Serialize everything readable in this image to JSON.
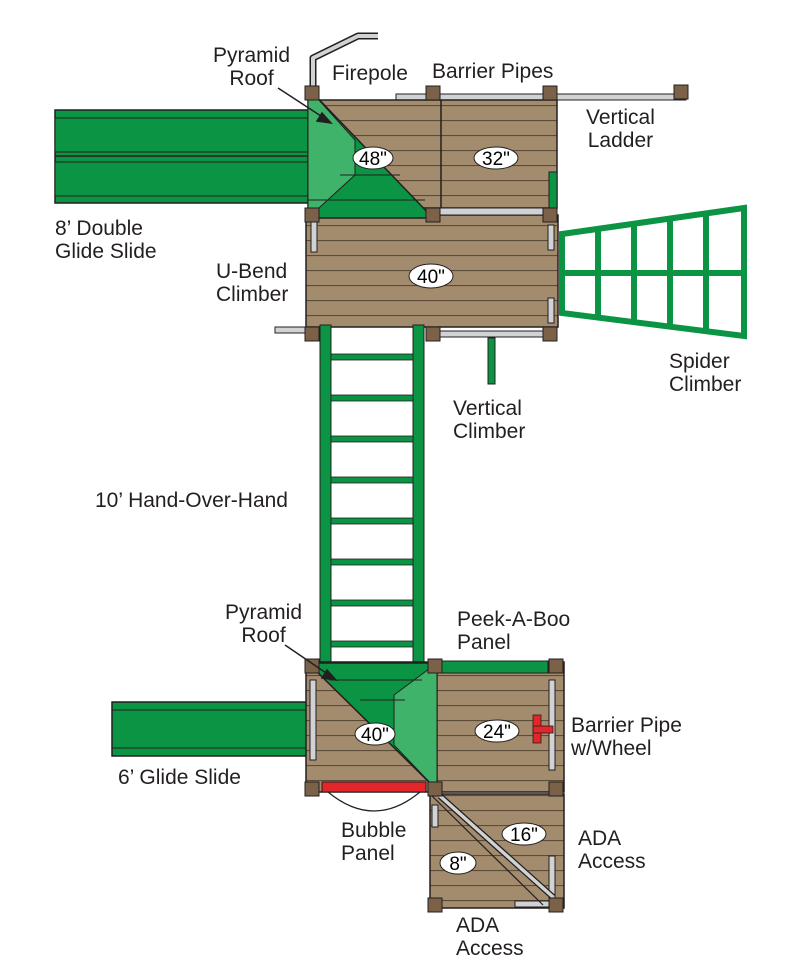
{
  "colors": {
    "deck": "#a38b6d",
    "deck_line": "#5b4c3a",
    "post": "#7b6148",
    "green": "#0b9444",
    "green_light": "#3fb36a",
    "pipe": "#d0d2d3",
    "red": "#e3262a",
    "outline": "#231f20"
  },
  "labels": {
    "pyramid_roof_top": "Pyramid\nRoof",
    "firepole": "Firepole",
    "barrier_pipes": "Barrier Pipes",
    "vertical_ladder": "Vertical\nLadder",
    "double_glide_slide": "8’ Double\nGlide Slide",
    "u_bend_climber": "U-Bend\nClimber",
    "spider_climber": "Spider\nClimber",
    "vertical_climber": "Vertical\nClimber",
    "hand_over_hand": "10’ Hand-Over-Hand",
    "pyramid_roof_bottom": "Pyramid\nRoof",
    "peek_a_boo_panel": "Peek-A-Boo\nPanel",
    "barrier_pipe_wheel": "Barrier Pipe\nw/Wheel",
    "glide_slide": "6’ Glide Slide",
    "bubble_panel": "Bubble\nPanel",
    "ada_access_right": "ADA\nAccess",
    "ada_access_bottom": "ADA\nAccess"
  },
  "heights": {
    "deck_48": "48\"",
    "deck_32": "32\"",
    "deck_40_top": "40\"",
    "deck_40_bottom": "40\"",
    "deck_24": "24\"",
    "deck_16": "16\"",
    "deck_8": "8\""
  }
}
